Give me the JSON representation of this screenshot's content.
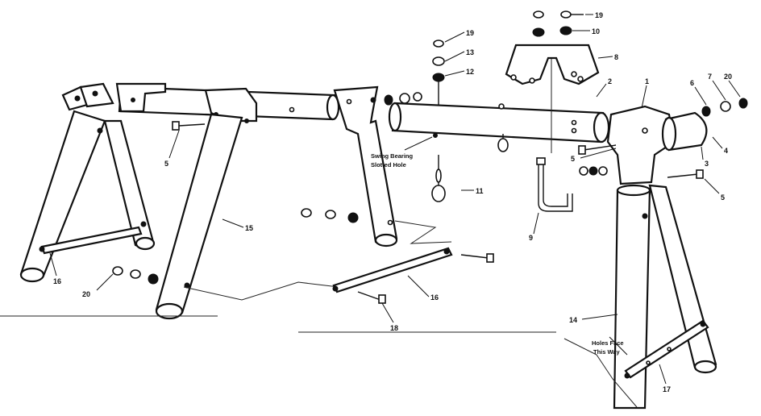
{
  "callouts": {
    "c1": "1",
    "c2": "2",
    "c3": "3",
    "c4": "4",
    "c5a": "5",
    "c5b": "5",
    "c5c": "5",
    "c6": "6",
    "c7": "7",
    "c8": "8",
    "c9": "9",
    "c10": "10",
    "c11": "11",
    "c12": "12",
    "c13": "13",
    "c14": "14",
    "c15": "15",
    "c16a": "16",
    "c16b": "16",
    "c17": "17",
    "c18": "18",
    "c19a": "19",
    "c19b": "19",
    "c20a": "20",
    "c20b": "20"
  },
  "notes": {
    "swing_bearing_line1": "Swing Bearing",
    "swing_bearing_line2": "Slotted Hole",
    "holes_face_line1": "Holes Face",
    "holes_face_line2": "This Way"
  }
}
